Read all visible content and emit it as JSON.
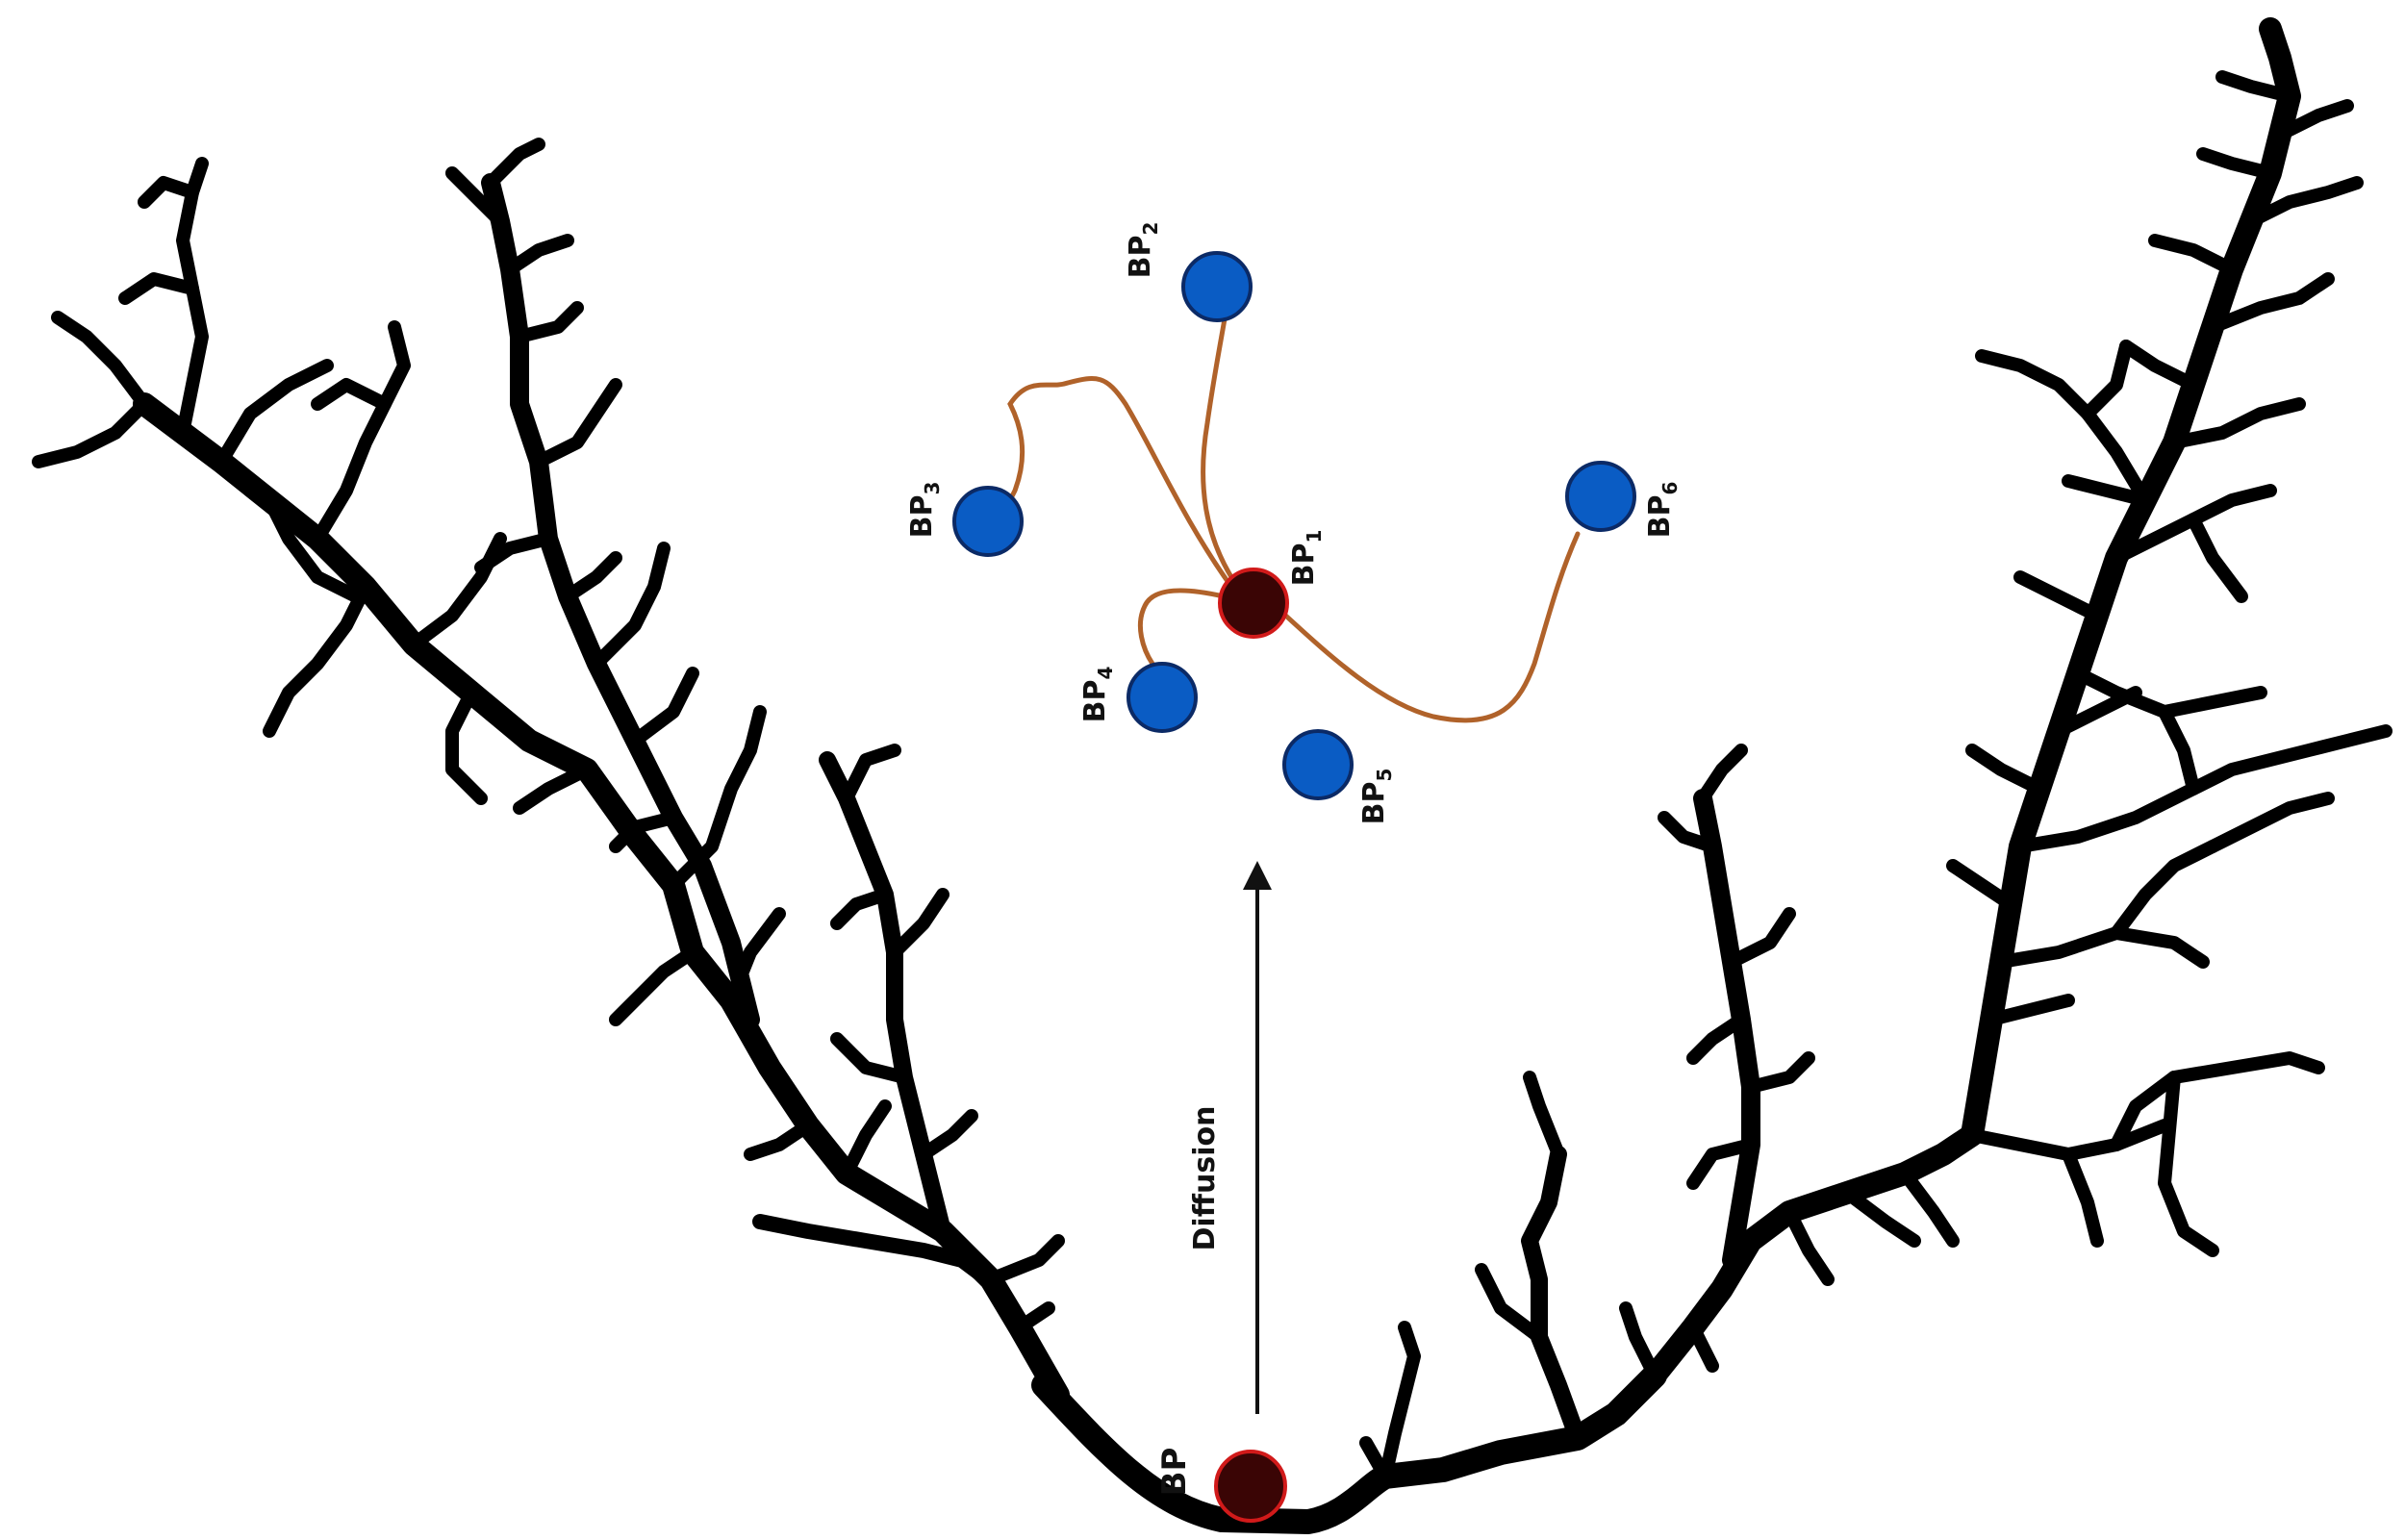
{
  "colors": {
    "background": "#ffffff",
    "dendrite": "#000000",
    "node_blue": "#0a5cc4",
    "node_blue_stroke": "#0b2a66",
    "node_dark": "#3a0505",
    "node_dark_stroke": "#d11a1a",
    "connector": "#b0622a",
    "arrow": "#111111"
  },
  "labels": {
    "bp": "BP",
    "arrow": "Diffusion"
  },
  "nodes": [
    {
      "id": "bp1",
      "label": "BP",
      "sub": "1",
      "kind": "dark"
    },
    {
      "id": "bp2",
      "label": "BP",
      "sub": "2",
      "kind": "blue"
    },
    {
      "id": "bp3",
      "label": "BP",
      "sub": "3",
      "kind": "blue"
    },
    {
      "id": "bp4",
      "label": "BP",
      "sub": "4",
      "kind": "blue"
    },
    {
      "id": "bp5",
      "label": "BP",
      "sub": "5",
      "kind": "blue"
    },
    {
      "id": "bp6",
      "label": "BP",
      "sub": "6",
      "kind": "blue"
    }
  ],
  "links": [
    {
      "from": "bp1",
      "to": "bp2"
    },
    {
      "from": "bp1",
      "to": "bp3"
    },
    {
      "from": "bp1",
      "to": "bp4"
    },
    {
      "from": "bp1",
      "to": "bp6"
    }
  ]
}
